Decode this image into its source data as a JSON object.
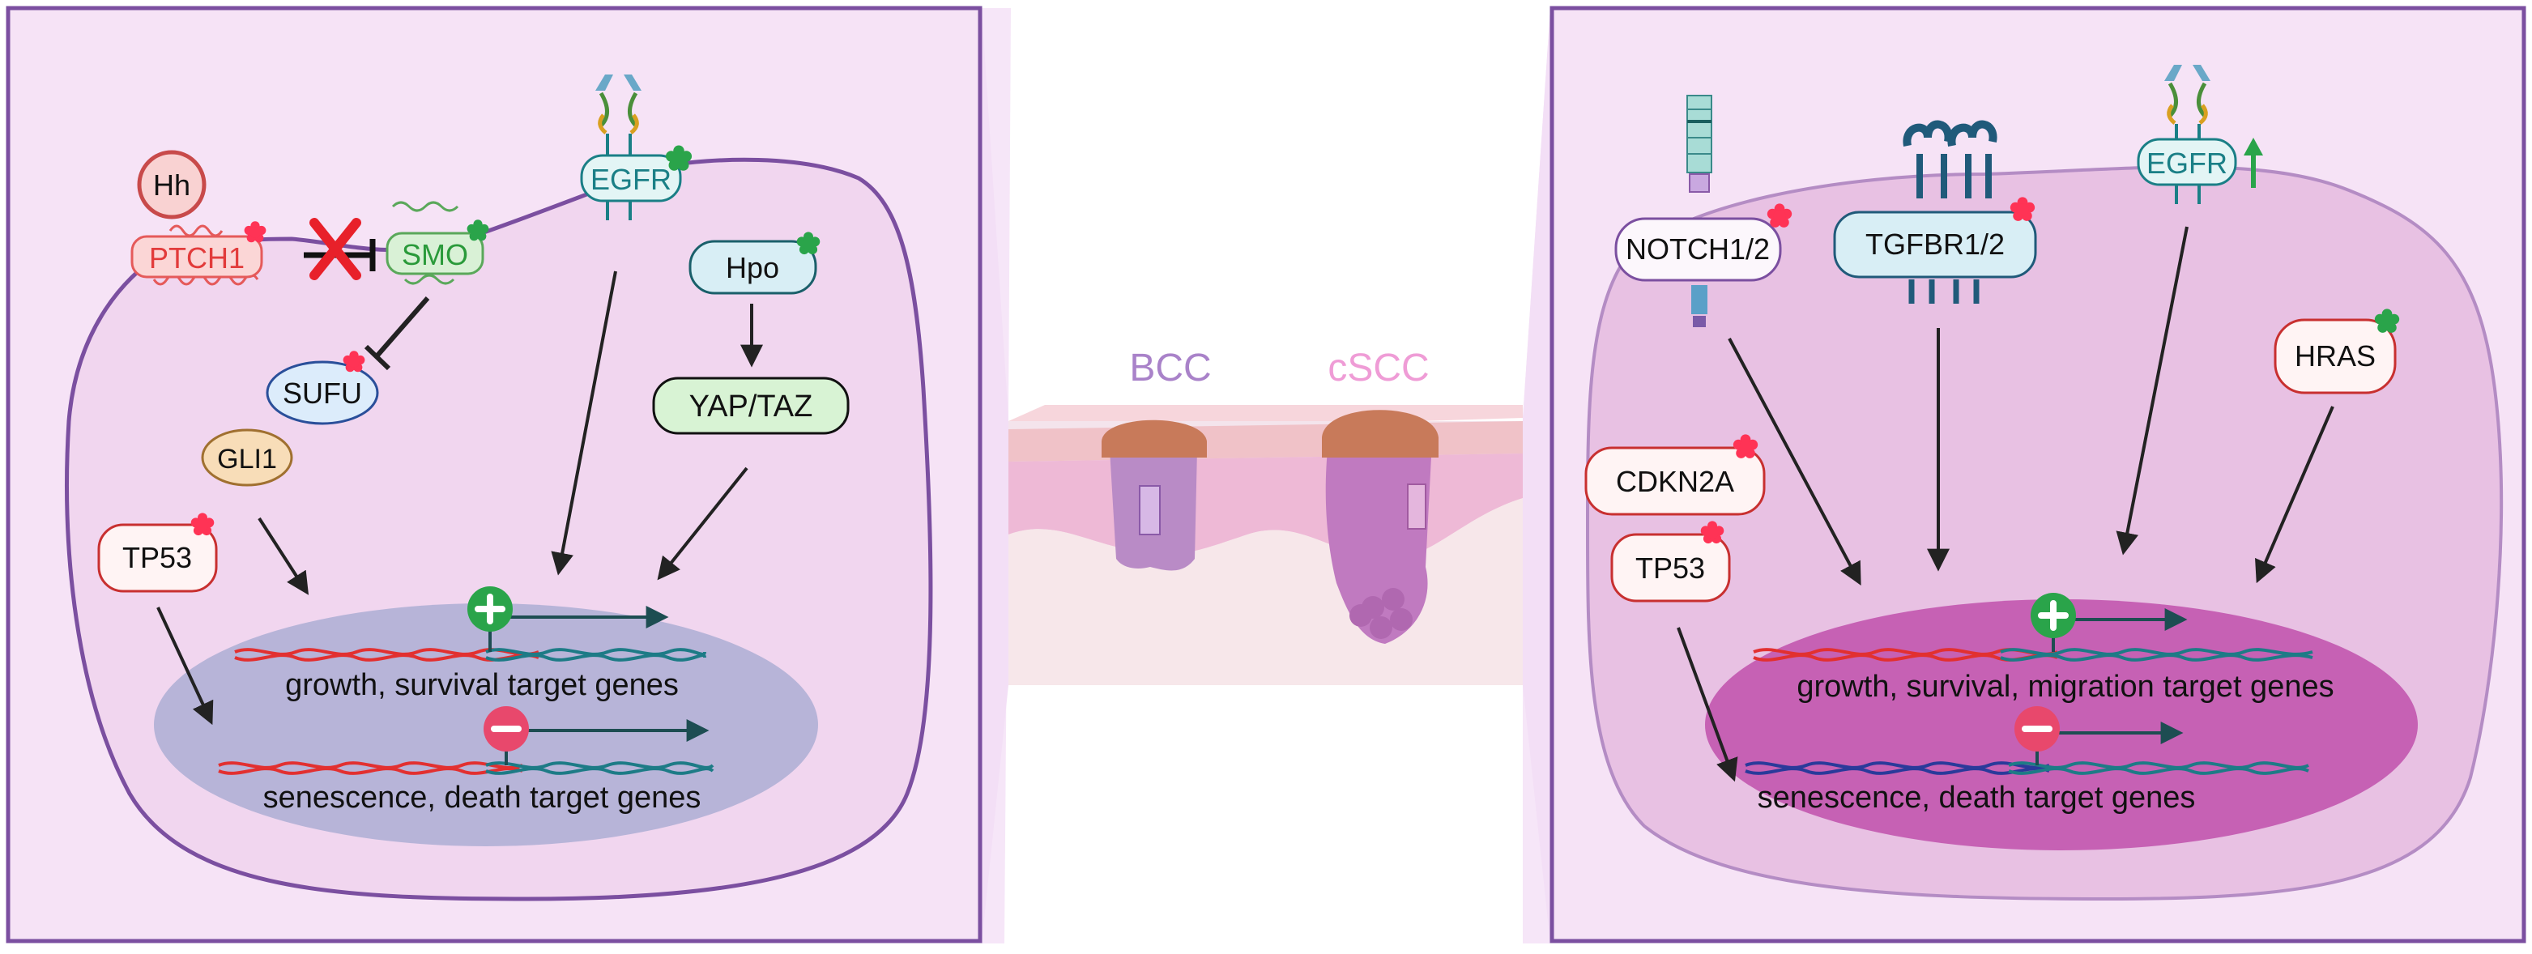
{
  "left_panel": {
    "hh": "Hh",
    "ptch1": "PTCH1",
    "smo": "SMO",
    "egfr": "EGFR",
    "hpo": "Hpo",
    "sufu": "SUFU",
    "yap_taz": "YAP/TAZ",
    "gli1": "GLI1",
    "tp53": "TP53",
    "gene_plus": "growth, survival target genes",
    "gene_minus": "senescence, death target genes"
  },
  "center": {
    "bcc": "BCC",
    "cscc": "cSCC"
  },
  "right_panel": {
    "notch": "NOTCH1/2",
    "tgfbr": "TGFBR1/2",
    "egfr": "EGFR",
    "hras": "HRAS",
    "cdkn2a": "CDKN2A",
    "tp53": "TP53",
    "gene_plus": "growth, survival, migration target genes",
    "gene_minus": "senescence, death target genes"
  },
  "colors": {
    "panel_border": "#7b4fa0",
    "mutation_star_red": "#ff3355",
    "mutation_star_green": "#2aa44a",
    "dna_red": "#e23030",
    "dna_teal": "#1d7b86",
    "dna_blue": "#2a3a9a"
  }
}
